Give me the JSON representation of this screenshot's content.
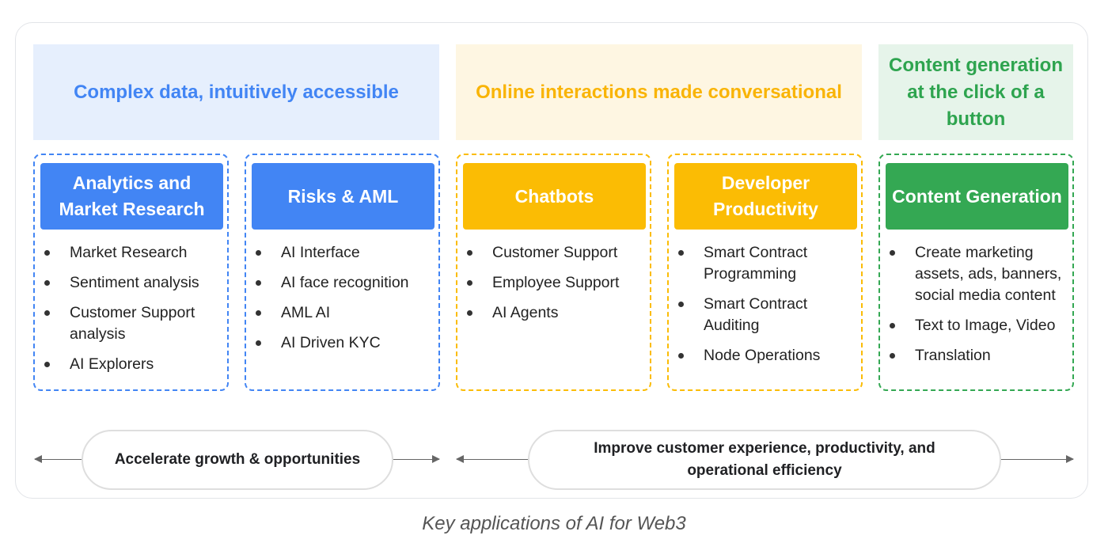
{
  "headers": [
    {
      "text": "Complex data, intuitively accessible",
      "color": "#4285f4"
    },
    {
      "text": "Online interactions made conversational",
      "color": "#f9b406"
    },
    {
      "text": "Content generation at the click of a button",
      "color": "#2ea44f"
    }
  ],
  "cards": [
    {
      "title": "Analytics and Market Research",
      "color": "#4285f4",
      "items": [
        "Market Research",
        "Sentiment analysis",
        "Customer Support analysis",
        "AI Explorers"
      ]
    },
    {
      "title": "Risks & AML",
      "color": "#4285f4",
      "items": [
        "AI Interface",
        "AI face recognition",
        "AML AI",
        "AI Driven KYC"
      ]
    },
    {
      "title": "Chatbots",
      "color": "#fbbc04",
      "items": [
        "Customer Support",
        "Employee Support",
        "AI Agents"
      ]
    },
    {
      "title": "Developer Productivity",
      "color": "#fbbc04",
      "items": [
        "Smart Contract Programming",
        "Smart Contract Auditing",
        "Node Operations"
      ]
    },
    {
      "title": "Content Generation",
      "color": "#34a853",
      "items": [
        "Create marketing assets, ads, banners, social media content",
        "Text to Image, Video",
        "Translation"
      ]
    }
  ],
  "outcomes": [
    {
      "text": "Accelerate growth & opportunities"
    },
    {
      "text": "Improve customer experience, productivity, and operational efficiency"
    }
  ],
  "caption": "Key applications of AI for Web3"
}
